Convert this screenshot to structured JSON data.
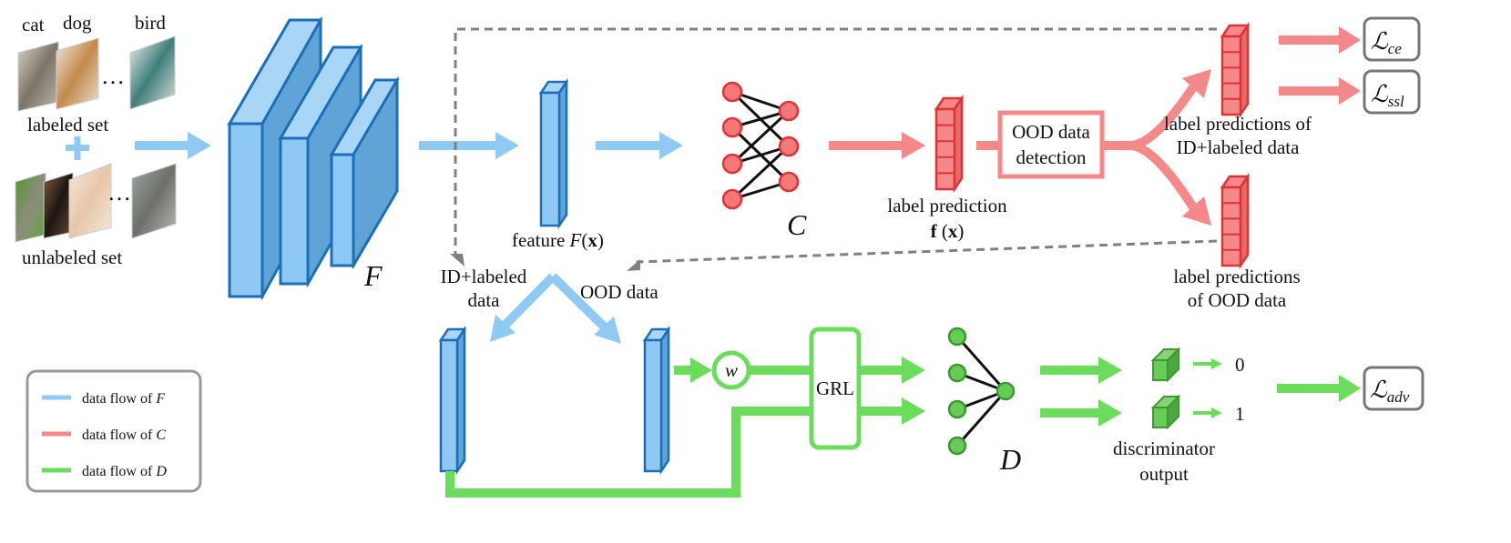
{
  "colors": {
    "blue_flow": "#8fcaf5",
    "red_flow": "#f58888",
    "green_flow": "#6cdc5c",
    "block_blue": "#8dc9f3",
    "block_blue_dark": "#5fa3d7",
    "block_edge": "#1a6fb8",
    "red_node": "#f57878",
    "red_edge": "#e03333",
    "green_node": "#66cc55",
    "green_edge": "#3d9930",
    "loss_border": "#777777",
    "dash": "#808080"
  },
  "inputs": {
    "labeled_classes": [
      "cat",
      "dog",
      "bird"
    ],
    "ellipsis": "…",
    "labeled_set": "labeled set",
    "plus": "+",
    "unlabeled_set": "unlabeled set",
    "image_icons": [
      "cat-image",
      "dog-image",
      "bird-image",
      "cat-image",
      "dog-image",
      "cat-image",
      "cat-image"
    ]
  },
  "feature_extractor": {
    "symbol": "F"
  },
  "feature": {
    "prefix": "feature ",
    "fn": "F",
    "arg_open": "(",
    "arg": "x",
    "arg_close": ")"
  },
  "classifier": {
    "symbol": "C"
  },
  "label_prediction": {
    "line1": "label prediction",
    "fn": "f",
    "arg_open": " (",
    "arg": "x",
    "arg_close": ")"
  },
  "ood_detection": {
    "line1": "OOD data",
    "line2": "detection"
  },
  "id_predictions": {
    "line1": "label predictions of",
    "line2": "ID+labeled data"
  },
  "ood_predictions": {
    "line1": "label predictions",
    "line2": "of OOD data"
  },
  "losses": {
    "ce": {
      "symbol": "ℒ",
      "sub": "ce"
    },
    "ssl": {
      "symbol": "ℒ",
      "sub": "ssl"
    },
    "adv": {
      "symbol": "ℒ",
      "sub": "adv"
    }
  },
  "split": {
    "id_line1": "ID+labeled",
    "id_line2": "data",
    "ood": "OOD data"
  },
  "weight": "w",
  "grl": "GRL",
  "discriminator": {
    "symbol": "D"
  },
  "disc_output": {
    "line1": "discriminator",
    "line2": "output",
    "zero": "0",
    "one": "1"
  },
  "legend": [
    {
      "label": "data flow of ",
      "symbol": "F",
      "color": "#8fcaf5"
    },
    {
      "label": "data flow of ",
      "symbol": "C",
      "color": "#f58888"
    },
    {
      "label": "data flow of ",
      "symbol": "D",
      "color": "#6cdc5c"
    }
  ]
}
